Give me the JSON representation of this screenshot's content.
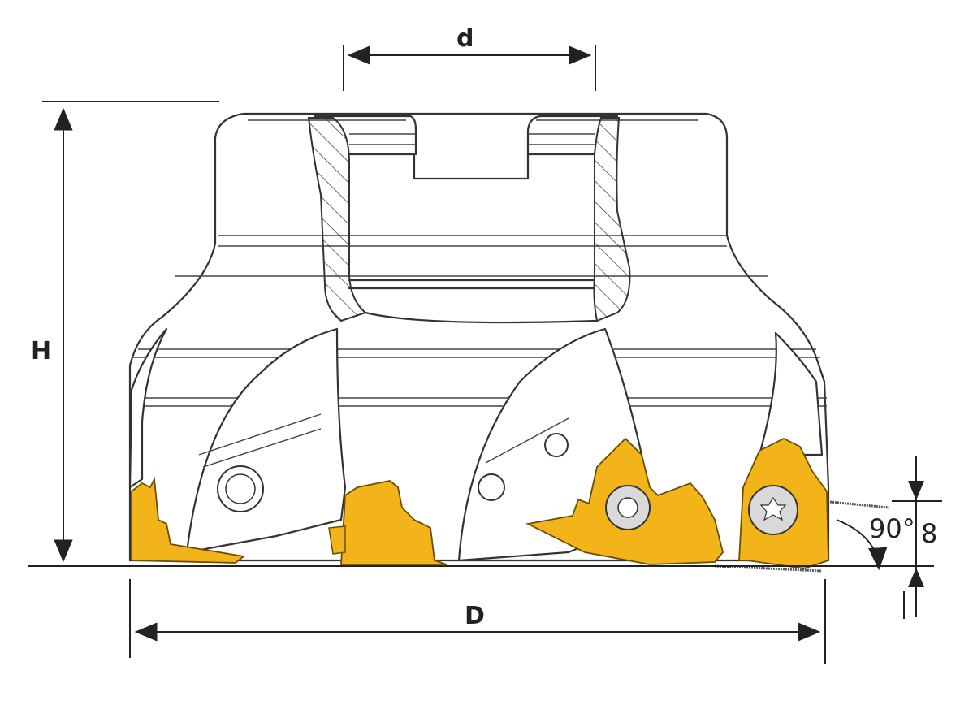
{
  "labels": {
    "d": "d",
    "H": "H",
    "D": "D",
    "angle": "90°",
    "depth": "8"
  },
  "colors": {
    "insert": "#F2B418",
    "insert_edge": "#6b4e00",
    "line": "#333333",
    "background": "#ffffff"
  },
  "icons": {
    "screw": "torx-screw-icon"
  }
}
